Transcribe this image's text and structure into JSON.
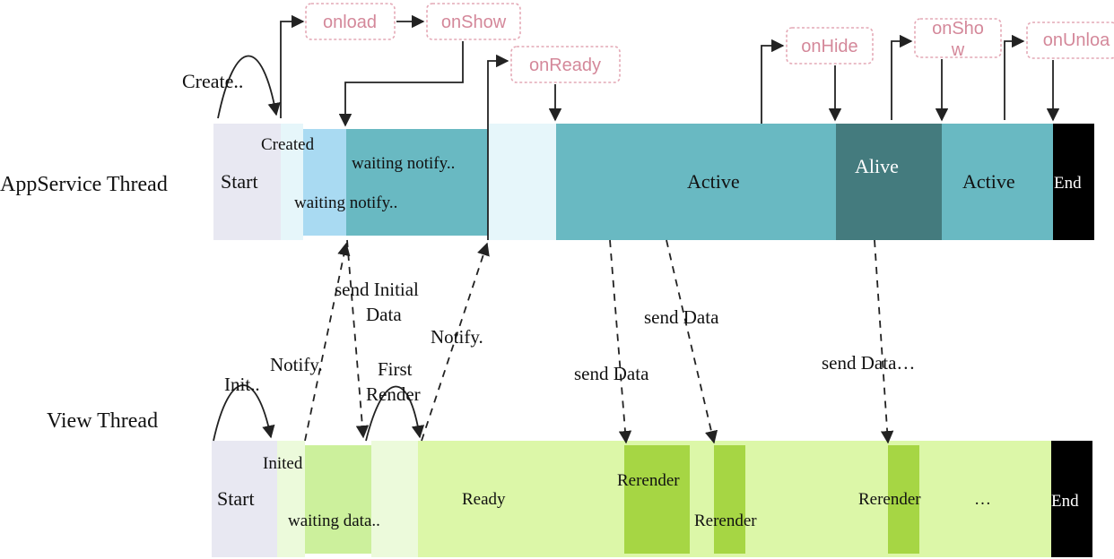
{
  "thread_labels": {
    "appservice": "AppService Thread",
    "view": "View Thread"
  },
  "lifecycle_events": {
    "onload": "onload",
    "onshow": "onShow",
    "onready": "onReady",
    "onhide": "onHide",
    "onshow2_line1": "onSho",
    "onshow2_line2": "w",
    "onunload": "onUnloa"
  },
  "appservice_segments": {
    "start": "Start",
    "created": "Created",
    "waiting_notify_1": "waiting notify..",
    "waiting_notify_2": "waiting notify..",
    "active_1": "Active",
    "alive": "Alive",
    "active_2": "Active",
    "end": "End"
  },
  "view_segments": {
    "start": "Start",
    "inited": "Inited",
    "waiting_data": "waiting data..",
    "ready": "Ready",
    "rerender_1": "Rerender",
    "rerender_2": "Rerender",
    "rerender_3": "Rerender",
    "ellipsis": "…",
    "end": "End"
  },
  "annotations": {
    "create": "Create..",
    "init": "Init..",
    "notify_1": "Notify.",
    "notify_2": "Notify.",
    "send_initial_line1": "send Initial",
    "send_initial_line2": "Data",
    "first_render_line1": "First",
    "first_render_line2": "Render",
    "send_data_1": "send  Data",
    "send_data_2": "send  Data",
    "send_data_3": "send  Data…"
  },
  "colors": {
    "start_gray": "#e8e8f2",
    "created_light": "#e6f6fa",
    "waiting_blue": "#a9daf2",
    "teal": "#69b9c2",
    "alive_dark": "#447b7e",
    "end_black": "#000000",
    "view_light": "#dff8c0",
    "view_main": "#dcf7a8",
    "view_inited": "#ecfadb",
    "waiting_green": "#ccf09c",
    "rerender_green": "#a6d644",
    "event_border": "#e4a9b6",
    "event_text": "#d4889a"
  }
}
